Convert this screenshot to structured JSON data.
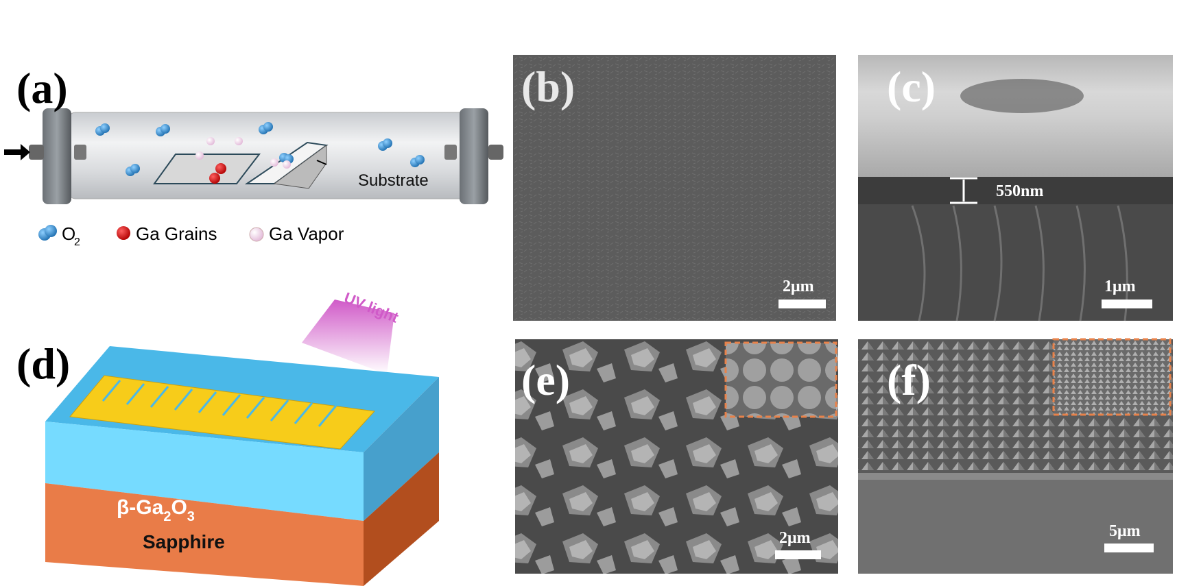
{
  "panels": {
    "a": {
      "label": "(a)",
      "substrate_label": "Substrate",
      "legend": {
        "o2": "O",
        "o2_sub": "2",
        "ga_grains": "Ga Grains",
        "ga_vapor": "Ga Vapor"
      }
    },
    "b": {
      "label": "(b)",
      "scale_bar": "2μm"
    },
    "c": {
      "label": "(c)",
      "scale_bar": "1μm",
      "thickness": "550nm"
    },
    "d": {
      "label": "(d)",
      "uv_label": "UV light",
      "layer_top": "β-Ga",
      "layer_top_sub1": "2",
      "layer_top_mid": "O",
      "layer_top_sub2": "3",
      "layer_bottom": "Sapphire"
    },
    "e": {
      "label": "(e)",
      "scale_bar": "2μm"
    },
    "f": {
      "label": "(f)",
      "scale_bar": "5μm"
    }
  },
  "colors": {
    "o2": "#3a9ad9",
    "ga_grain": "#e01010",
    "ga_vapor": "#f2d6ec",
    "gold": "#f7cc1a",
    "ga2o3": "#76dbff",
    "sapphire": "#e97c48",
    "inset_border": "#e8824a",
    "uv": "#d05ac8"
  }
}
